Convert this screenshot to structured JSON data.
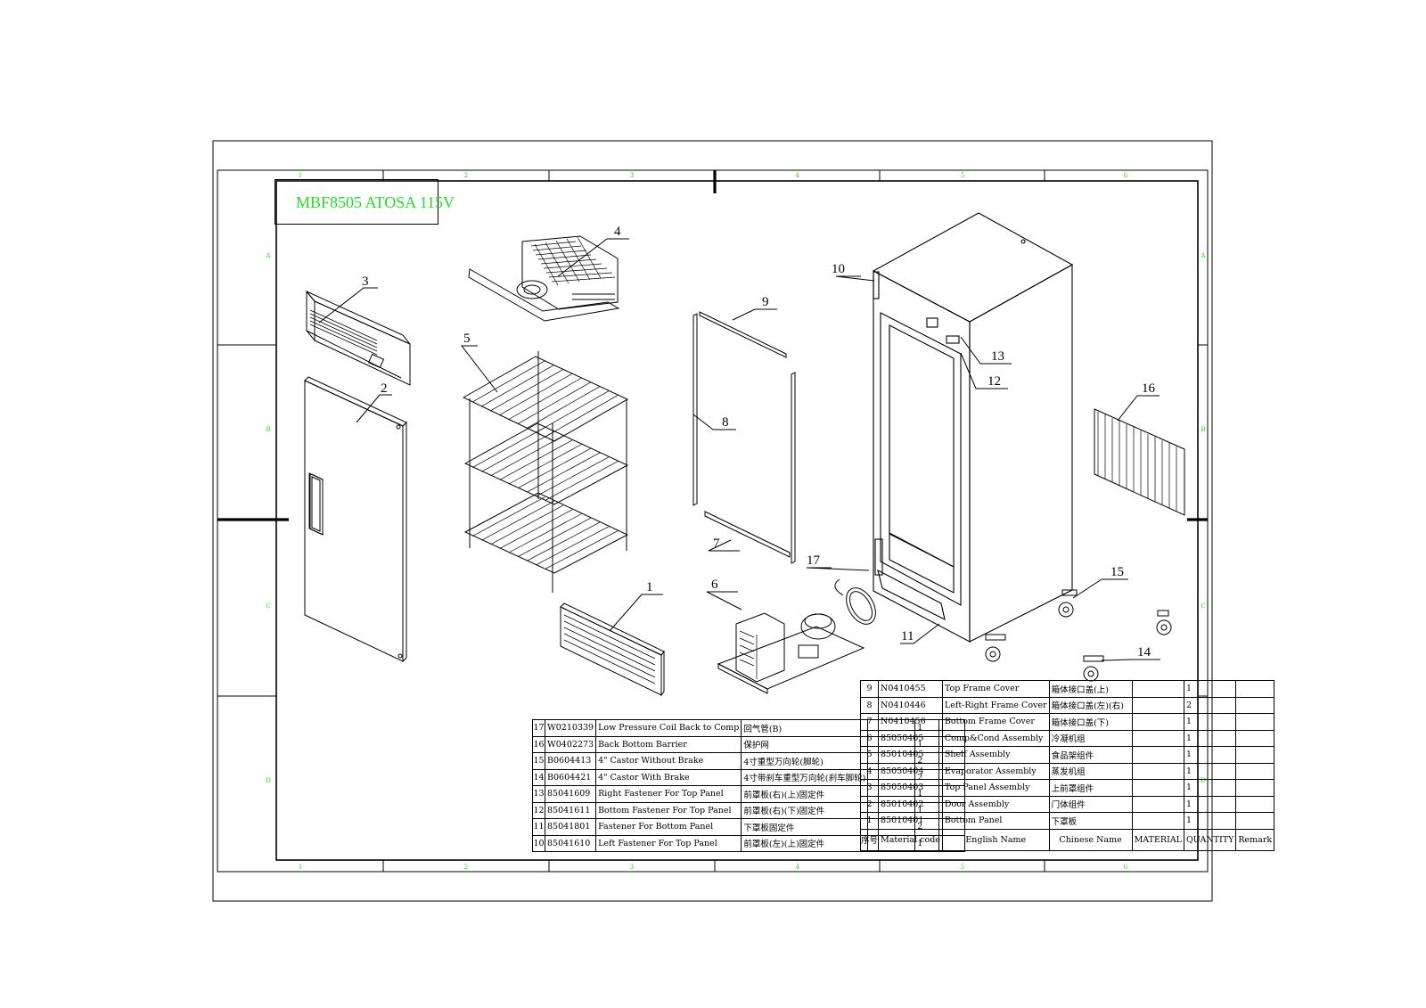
{
  "title": "MBF8505 ATOSA 115V",
  "zones": {
    "top": [
      "1",
      "2",
      "3",
      "4",
      "5",
      "6"
    ],
    "bottom": [
      "1",
      "2",
      "3",
      "4",
      "5",
      "6"
    ],
    "left": [
      "A",
      "B",
      "C",
      "D"
    ],
    "right": [
      "A",
      "B",
      "C",
      "D"
    ]
  },
  "callouts": [
    "1",
    "2",
    "3",
    "4",
    "5",
    "6",
    "7",
    "8",
    "9",
    "10",
    "11",
    "12",
    "13",
    "14",
    "15",
    "16",
    "17"
  ],
  "bom_right": {
    "rows": [
      {
        "no": "9",
        "code": "N0410455",
        "en": "Top Frame Cover",
        "cn": "箱体接口盖(上)",
        "material": "",
        "qty": "1",
        "remark": ""
      },
      {
        "no": "8",
        "code": "N0410446",
        "en": "Left-Right Frame Cover",
        "cn": "箱体接口盖(左)(右)",
        "material": "",
        "qty": "2",
        "remark": ""
      },
      {
        "no": "7",
        "code": "N0410456",
        "en": "Bottom  Frame Cover",
        "cn": "箱体接口盖(下)",
        "material": "",
        "qty": "1",
        "remark": ""
      },
      {
        "no": "6",
        "code": "85050405",
        "en": "Comp&Cond Assembly",
        "cn": "冷凝机组",
        "material": "",
        "qty": "1",
        "remark": ""
      },
      {
        "no": "5",
        "code": "85010405",
        "en": "Shelf Assembly",
        "cn": "食品架组件",
        "material": "",
        "qty": "1",
        "remark": ""
      },
      {
        "no": "4",
        "code": "85050404",
        "en": "Evaporator Assembly",
        "cn": "蒸发机组",
        "material": "",
        "qty": "1",
        "remark": ""
      },
      {
        "no": "3",
        "code": "85050403",
        "en": "Top Panel Assembly",
        "cn": "上前罩组件",
        "material": "",
        "qty": "1",
        "remark": ""
      },
      {
        "no": "2",
        "code": "85010402",
        "en": "Door Assembly",
        "cn": "门体组件",
        "material": "",
        "qty": "1",
        "remark": ""
      },
      {
        "no": "1",
        "code": "85010401",
        "en": "Bottom Panel",
        "cn": "下罩板",
        "material": "",
        "qty": "1",
        "remark": ""
      }
    ],
    "header": {
      "no": "序号",
      "code": "Material code",
      "en": "English Name",
      "cn": "Chinese Name",
      "material": "MATERIAL",
      "qty": "QUANTITY",
      "remark": "Remark"
    }
  },
  "bom_left": {
    "rows": [
      {
        "no": "17",
        "code": "W0210339",
        "en": "Low Pressure Coil Back to Comp",
        "cn": "回气管(B)",
        "material": "",
        "qty": "1",
        "remark": ""
      },
      {
        "no": "16",
        "code": "W0402273",
        "en": "Back Bottom Barrier",
        "cn": "保护网",
        "material": "",
        "qty": "1",
        "remark": ""
      },
      {
        "no": "15",
        "code": "B0604413",
        "en": "4\" Castor Without Brake",
        "cn": "4寸重型万向轮(脚轮)",
        "material": "",
        "qty": "2",
        "remark": ""
      },
      {
        "no": "14",
        "code": "B0604421",
        "en": "4\" Castor With Brake",
        "cn": "4寸带刹车重型万向轮(刹车脚轮)",
        "material": "",
        "qty": "2",
        "remark": ""
      },
      {
        "no": "13",
        "code": "85041609",
        "en": "Right Fastener For Top Panel",
        "cn": "前罩板(右)(上)固定件",
        "material": "",
        "qty": "1",
        "remark": ""
      },
      {
        "no": "12",
        "code": "85041611",
        "en": "Bottom Fastener For Top Panel",
        "cn": "前罩板(右)(下)固定件",
        "material": "",
        "qty": "1",
        "remark": ""
      },
      {
        "no": "11",
        "code": "85041801",
        "en": "Fastener For Bottom Panel",
        "cn": "下罩板固定件",
        "material": "",
        "qty": "2",
        "remark": ""
      },
      {
        "no": "10",
        "code": "85041610",
        "en": "Left Fastener For Top Panel",
        "cn": "前罩板(左)(上)固定件",
        "material": "",
        "qty": "1",
        "remark": ""
      }
    ]
  },
  "colors": {
    "title": "#22e022",
    "line": "#000000",
    "zone_label": "#22e022"
  }
}
